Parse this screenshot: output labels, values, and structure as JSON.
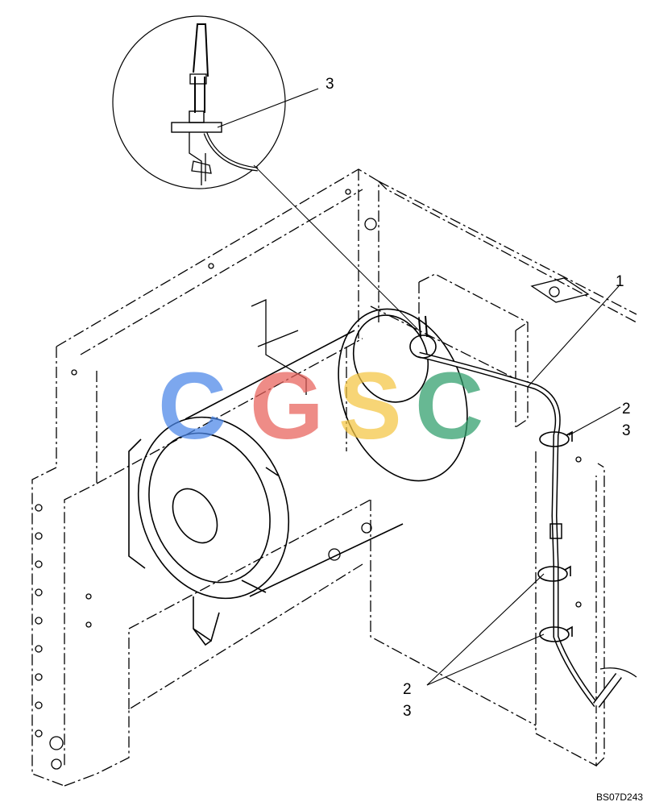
{
  "diagram": {
    "callouts": {
      "detail_part": "3",
      "harness_part": "1",
      "clip_upper_a": "2",
      "clip_upper_b": "3",
      "clip_lower_a": "2",
      "clip_lower_b": "3"
    },
    "drawing_code": "BS07D243",
    "watermark": {
      "letters": [
        "C",
        "G",
        "S",
        "C"
      ],
      "colors": [
        "#4a86e8",
        "#e8605a",
        "#f4c542",
        "#2e9e6a"
      ]
    },
    "line_color": "#000000"
  }
}
